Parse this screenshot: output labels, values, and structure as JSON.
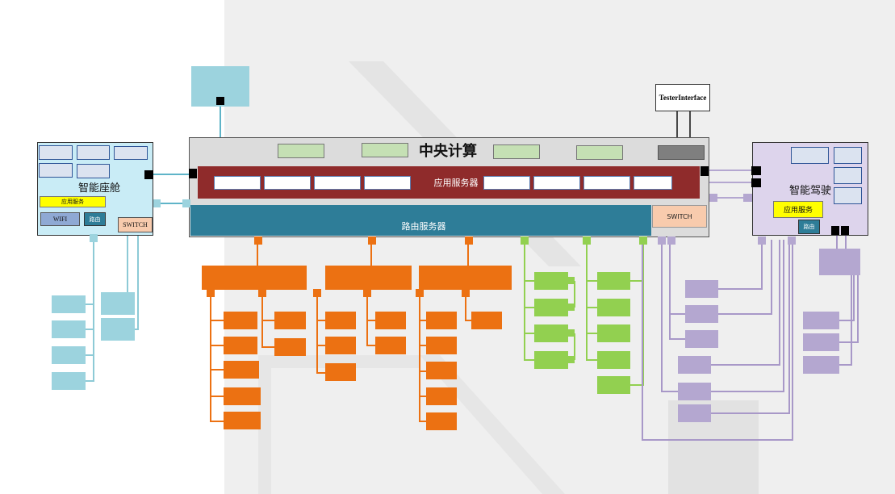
{
  "central": {
    "title": "中央计算",
    "app_server": "应用服务器",
    "router_server": "路由服务器",
    "switch": "SWITCH"
  },
  "tester": {
    "label": "TesterInterface"
  },
  "cockpit": {
    "title": "智能座舱",
    "app_service": "应用服务",
    "wifi": "WIFI",
    "router": "路由",
    "switch": "SWITCH"
  },
  "driving": {
    "title": "智能驾驶",
    "app_service": "应用服务",
    "router": "路由"
  },
  "colors": {
    "orange": "#ec7112",
    "green": "#92d050",
    "blue": "#9cd3de",
    "purple": "#b4a7d0",
    "app_bar": "#8f2b2b",
    "router_bar": "#2e7d98",
    "cockpit_bg": "#c9ecf6",
    "driving_bg": "#ddd4ec"
  }
}
